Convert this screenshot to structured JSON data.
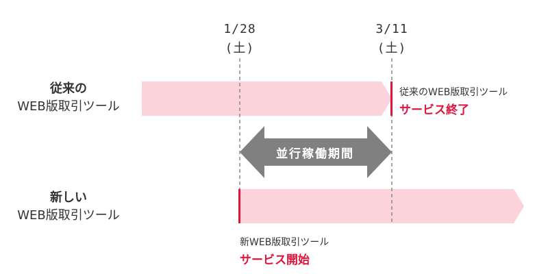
{
  "dates": {
    "start": {
      "date": "1/28",
      "weekday": "(土)"
    },
    "end": {
      "date": "3/11",
      "weekday": "(土)"
    }
  },
  "rows": {
    "old": {
      "title": "従来の",
      "subtitle": "WEB版取引ツール"
    },
    "new": {
      "title": "新しい",
      "subtitle": "WEB版取引ツール"
    }
  },
  "notes": {
    "old_end_small": "従来のWEB版取引ツール",
    "old_end_red": "サービス終了",
    "new_start_small": "新WEB版取引ツール",
    "new_start_red": "サービス開始"
  },
  "overlap": {
    "label": "並行稼働期間"
  },
  "colors": {
    "bar_fill": "#fcd3da",
    "accent_red": "#e0143c",
    "arrow_gray": "#808080",
    "dash_gray": "#888888",
    "text": "#333333"
  }
}
